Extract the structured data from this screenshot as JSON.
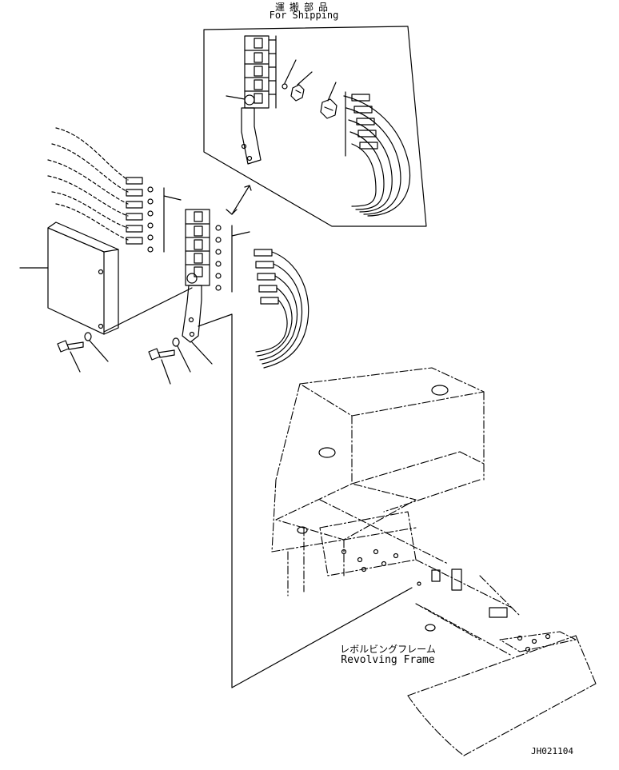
{
  "labels": {
    "shipping_jp": "運搬部品",
    "shipping_en": "For Shipping",
    "frame_jp": "レボルビングフレーム",
    "frame_en": "Revolving Frame",
    "drawing_id": "JH021104"
  },
  "colors": {
    "line": "#000000",
    "background": "#ffffff"
  }
}
